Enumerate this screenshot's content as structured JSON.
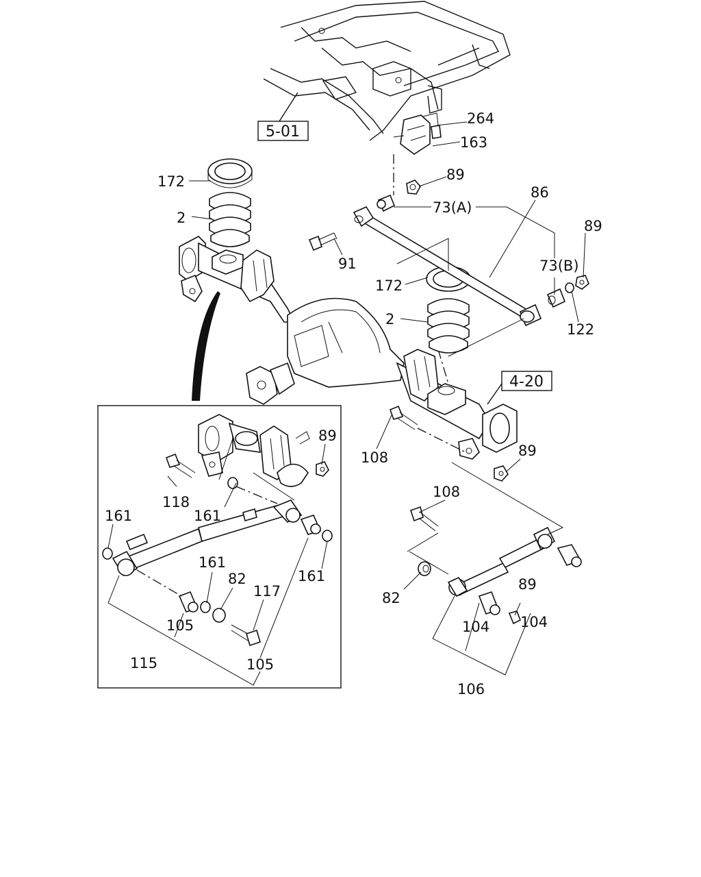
{
  "refs": {
    "r501": "5-01",
    "r420": "4-20"
  },
  "callouts": {
    "c264": "264",
    "c163": "163",
    "c89a": "89",
    "c172a": "172",
    "c2a": "2",
    "c73a": "73(A)",
    "c86": "86",
    "c89b": "89",
    "c91": "91",
    "c73b": "73(B)",
    "c172b": "172",
    "c2b": "2",
    "c122": "122",
    "c108a": "108",
    "c89c": "89",
    "c108b": "108",
    "c82b": "82",
    "c104a": "104",
    "c89d": "89",
    "c104b": "104",
    "c106": "106",
    "c89e": "89",
    "c118": "118",
    "c161a": "161",
    "c161b": "161",
    "c161c": "161",
    "c82a": "82",
    "c117": "117",
    "c161d": "161",
    "c105a": "105",
    "c115": "115",
    "c105b": "105"
  }
}
